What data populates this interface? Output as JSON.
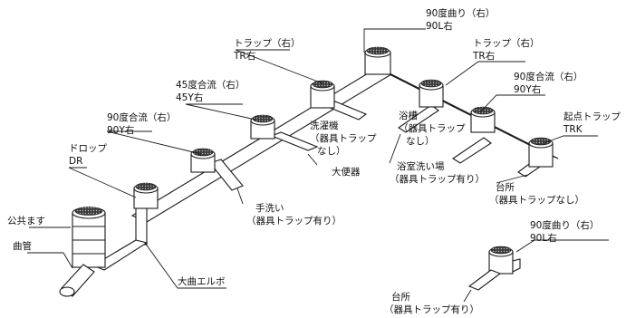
{
  "labels": {
    "kyokuhan90_r1_a": "90度曲り（右）",
    "kyokuhan90_r1_b": "90L右",
    "trap_r1_a": "トラップ（右）",
    "trap_r1_b": "TR右",
    "trap_r2_a": "トラップ（右）",
    "trap_r2_b": "TR右",
    "gouryu45_a": "45度合流（右）",
    "gouryu45_b": "45Y右",
    "sentakuki_a": "洗濯機",
    "sentakuki_b": "（器具トラップ",
    "sentakuki_c": "なし）",
    "yokuso_a": "浴槽",
    "yokuso_b": "（器具トラップ",
    "yokuso_c": "なし）",
    "gouryu90_r1_a": "90度合流（右）",
    "gouryu90_r1_b": "90Y右",
    "gouryu90_r2_a": "90度合流（右）",
    "gouryu90_r2_b": "90Y右",
    "kiten_a": "起点トラップ",
    "kiten_b": "TRK",
    "drop_a": "ドロップ",
    "drop_b": "DR",
    "daibenki": "大便器",
    "yokushitsu_a": "浴室洗い場",
    "yokushitsu_b": "（器具トラップ有り）",
    "daidokoro1_a": "台所",
    "daidokoro1_b": "（器具トラップなし）",
    "tearai_a": "手洗い",
    "tearai_b": "（器具トラップ有り）",
    "kyokuhan90_r2_a": "90度曲り（右）",
    "kyokuhan90_r2_b": "90L右",
    "koukyou": "公共ます",
    "kyokukan": "曲管",
    "daikyoku": "大曲エルボ",
    "daidokoro2_a": "台所",
    "daidokoro2_b": "（器具トラップ有り）"
  }
}
